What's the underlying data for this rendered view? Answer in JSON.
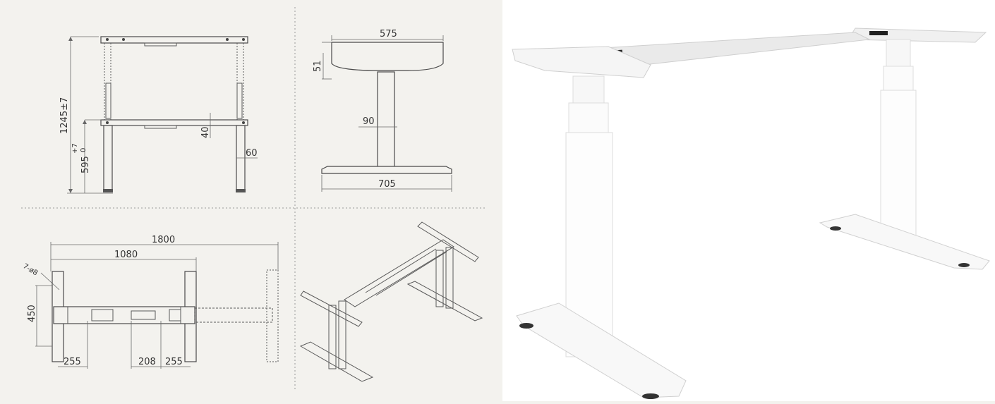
{
  "side_view": {
    "dim_total_height": "1245±7",
    "dim_min_height_main": "595",
    "dim_min_height_tol_upper": "+7",
    "dim_min_height_tol_lower": "0",
    "dim_crossbar_height": "40",
    "dim_foot_width": "60"
  },
  "end_view": {
    "dim_top_width": "575",
    "dim_top_thickness": "51",
    "dim_column_width": "90",
    "dim_foot_length": "705"
  },
  "plan_view": {
    "dim_max_length": "1800",
    "dim_min_length": "1080",
    "dim_hole_spec": "7-ø8",
    "dim_depth": "450",
    "dim_offset_left": "255",
    "dim_spacing_a": "208",
    "dim_spacing_b": "255"
  }
}
